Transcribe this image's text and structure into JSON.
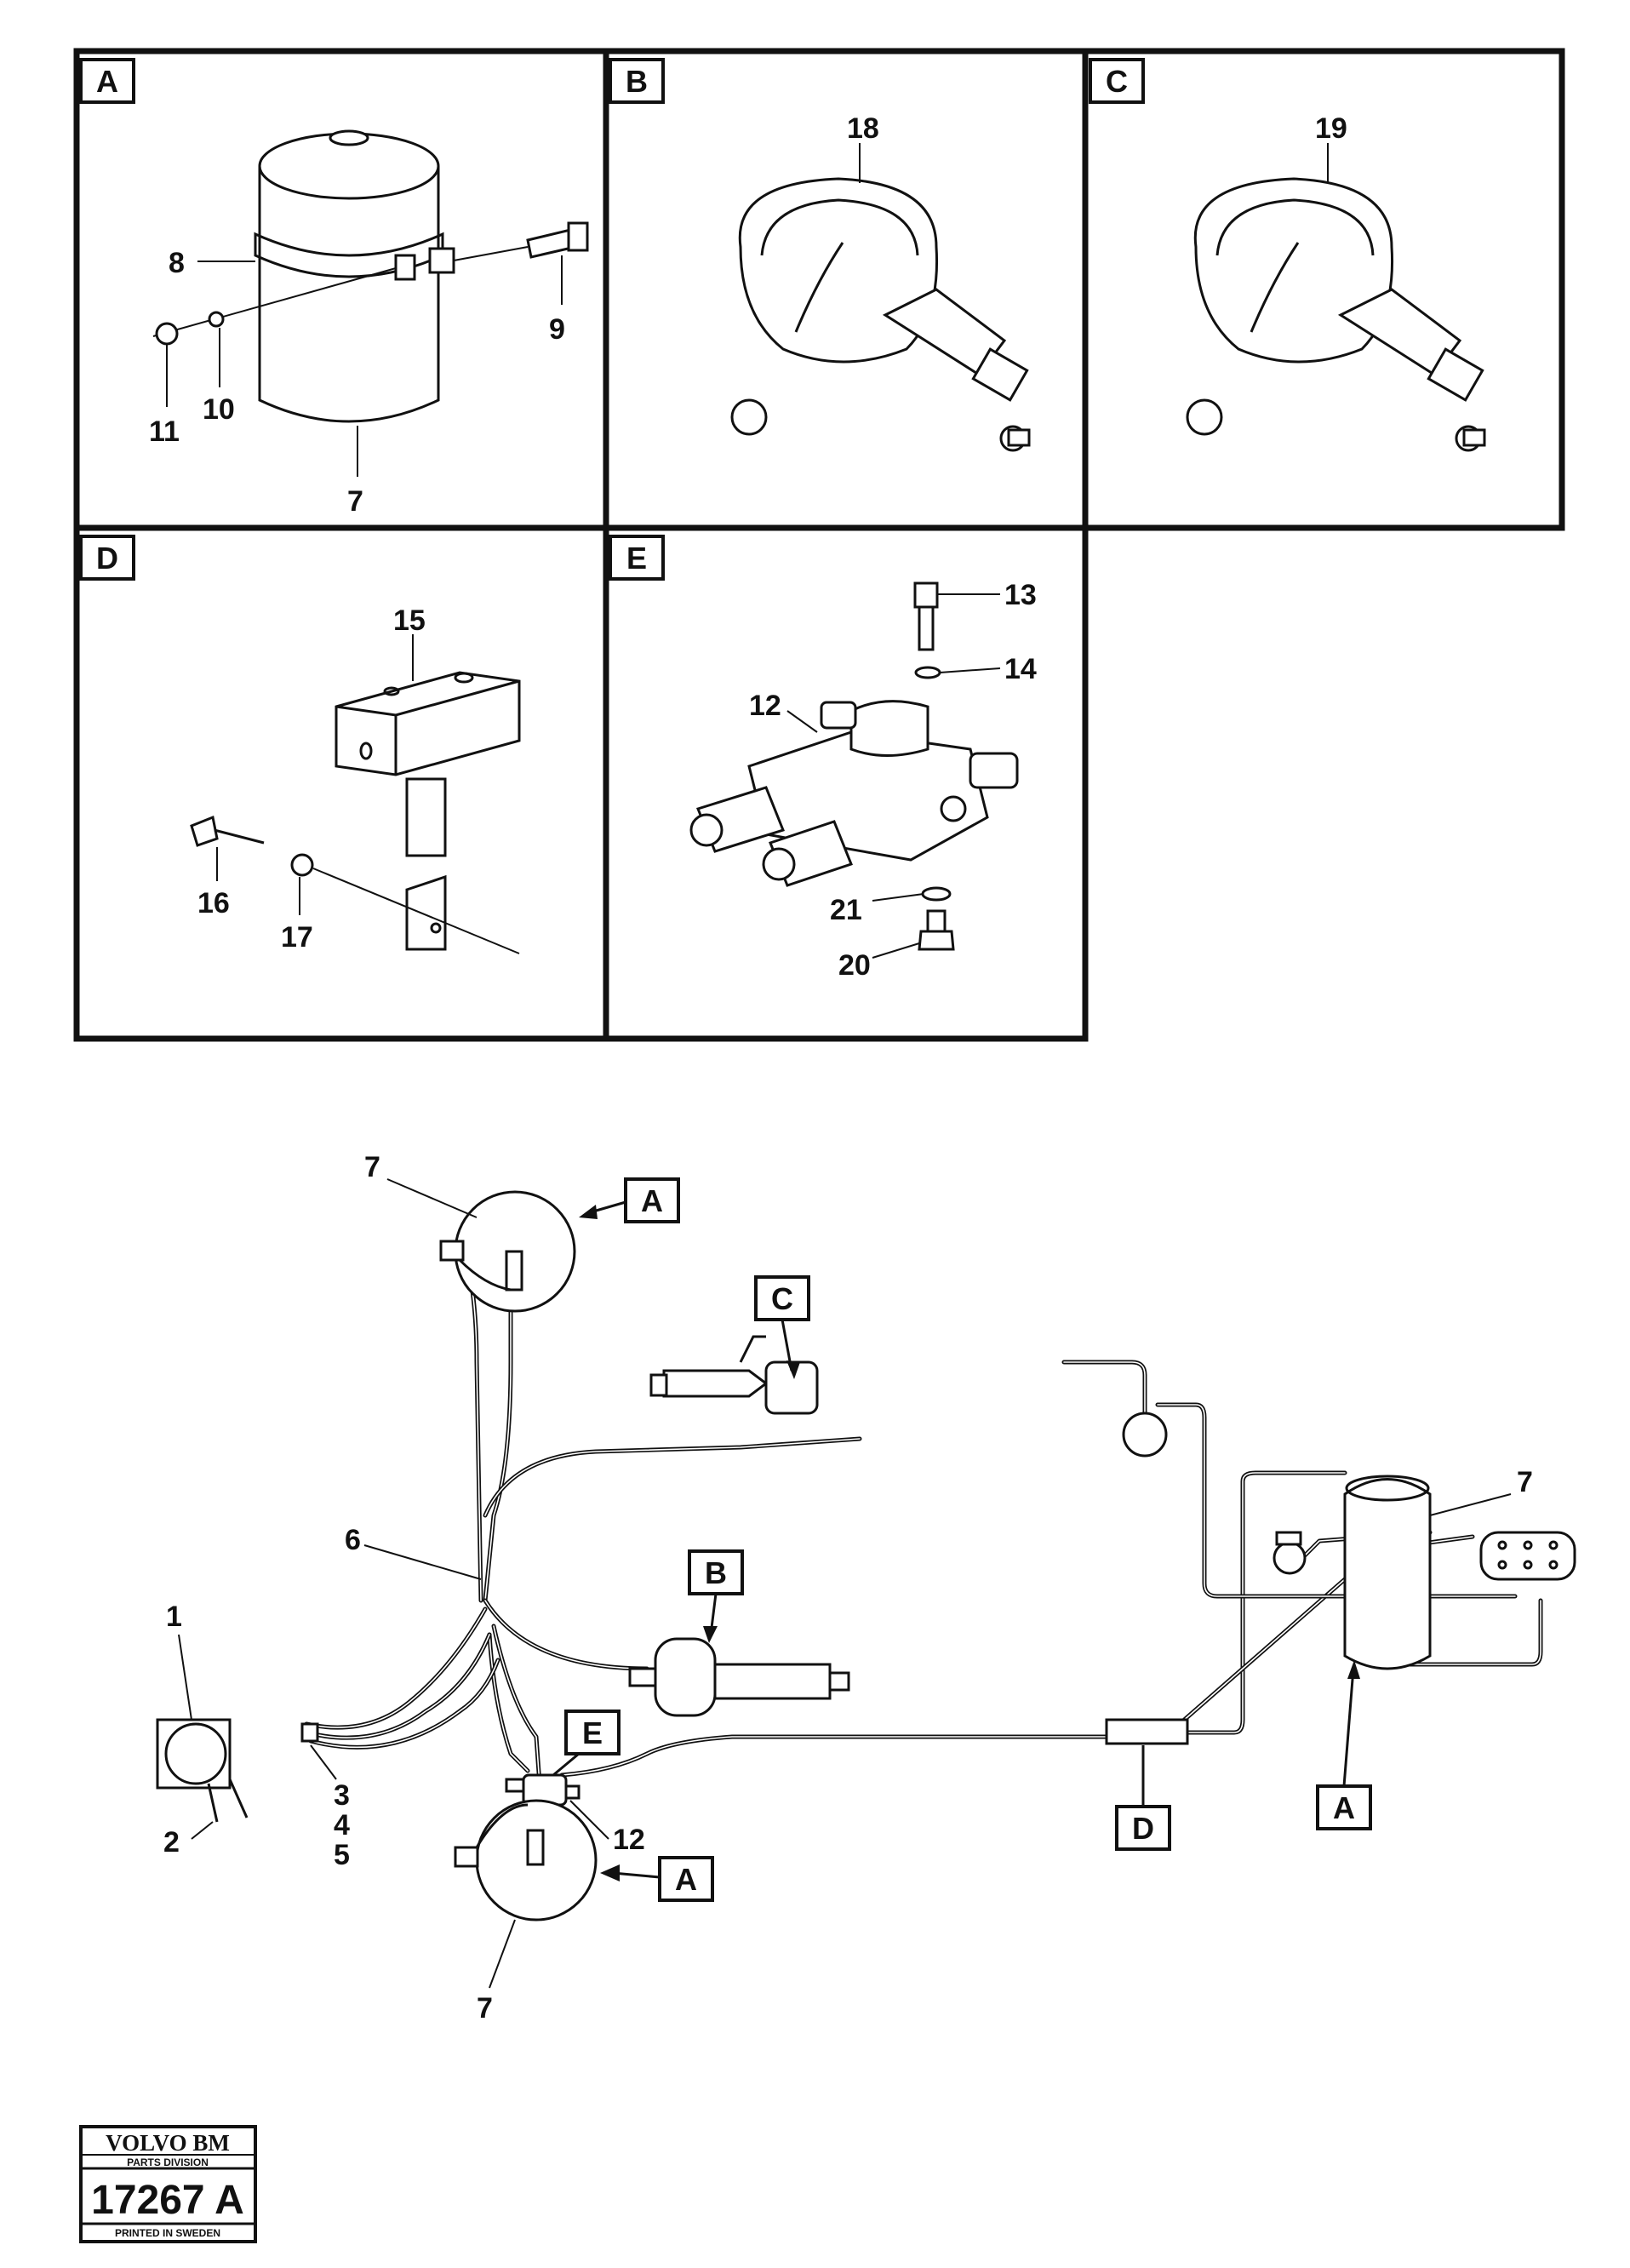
{
  "panels": {
    "a": {
      "letter": "A",
      "labels": [
        "8",
        "9",
        "10",
        "11",
        "7"
      ]
    },
    "b": {
      "letter": "B",
      "labels": [
        "18"
      ]
    },
    "c": {
      "letter": "C",
      "labels": [
        "19"
      ]
    },
    "d": {
      "letter": "D",
      "labels": [
        "15",
        "16",
        "17"
      ]
    },
    "e": {
      "letter": "E",
      "labels": [
        "13",
        "14",
        "12",
        "21",
        "20"
      ]
    }
  },
  "overview": {
    "callouts": {
      "a_top": "A",
      "c": "C",
      "b": "B",
      "e": "E",
      "a_bottom": "A",
      "d": "D",
      "a_right": "A"
    },
    "labels": {
      "tank_top": "7",
      "tank_right": "7",
      "tank_bottom": "7",
      "clamp": "6",
      "gauge": "1",
      "hose": "2",
      "bundle_1": "3",
      "bundle_2": "4",
      "bundle_3": "5",
      "valve": "12"
    }
  },
  "stamp": {
    "brand": "VOLVO BM",
    "division": "PARTS DIVISION",
    "number": "17267 A",
    "printed": "PRINTED IN SWEDEN"
  }
}
